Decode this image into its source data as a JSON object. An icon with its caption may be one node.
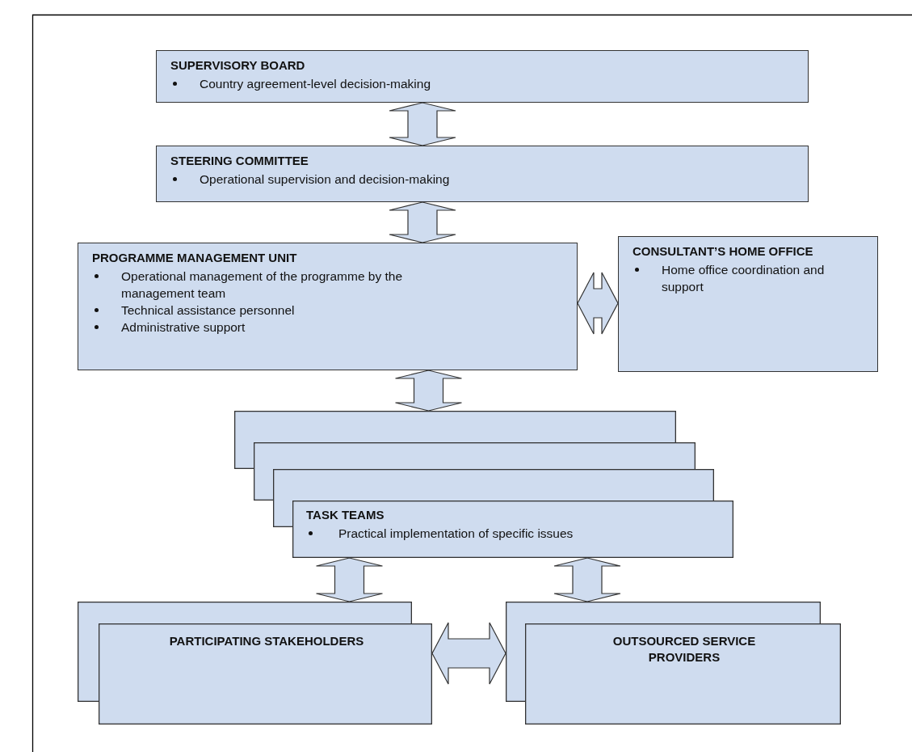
{
  "diagram": {
    "nodes": [
      {
        "text": [
          "SUPERVISORY BOARD",
          "Country agreement-level decision-making"
        ]
      },
      {
        "text": [
          "STEERING COMMITTEE",
          "Operational supervision and decision-making"
        ]
      },
      {
        "text": [
          "PROGRAMME MANAGEMENT UNIT",
          "Operational management of the programme by the management team",
          "Technical assistance personnel",
          "Administrative support"
        ]
      },
      {
        "text": [
          "CONSULTANT’S HOME OFFICE",
          "Home office coordination and support"
        ]
      },
      {
        "text": [
          "TASK TEAMS",
          "Practical implementation of specific issues"
        ]
      },
      {
        "text": [
          "PARTICIPATING STAKEHOLDERS"
        ]
      },
      {
        "text": [
          "OUTSOURCED SERVICE PROVIDERS"
        ]
      }
    ],
    "edges": [
      {
        "from": 0,
        "to": 1,
        "arrow": "both"
      },
      {
        "from": 1,
        "to": 2,
        "arrow": "both"
      },
      {
        "from": 2,
        "to": 3,
        "arrow": "both"
      },
      {
        "from": 2,
        "to": 4,
        "arrow": "both"
      },
      {
        "from": 4,
        "to": 5,
        "arrow": "both"
      },
      {
        "from": 4,
        "to": 6,
        "arrow": "both"
      },
      {
        "from": 5,
        "to": 6,
        "arrow": "both"
      }
    ]
  }
}
